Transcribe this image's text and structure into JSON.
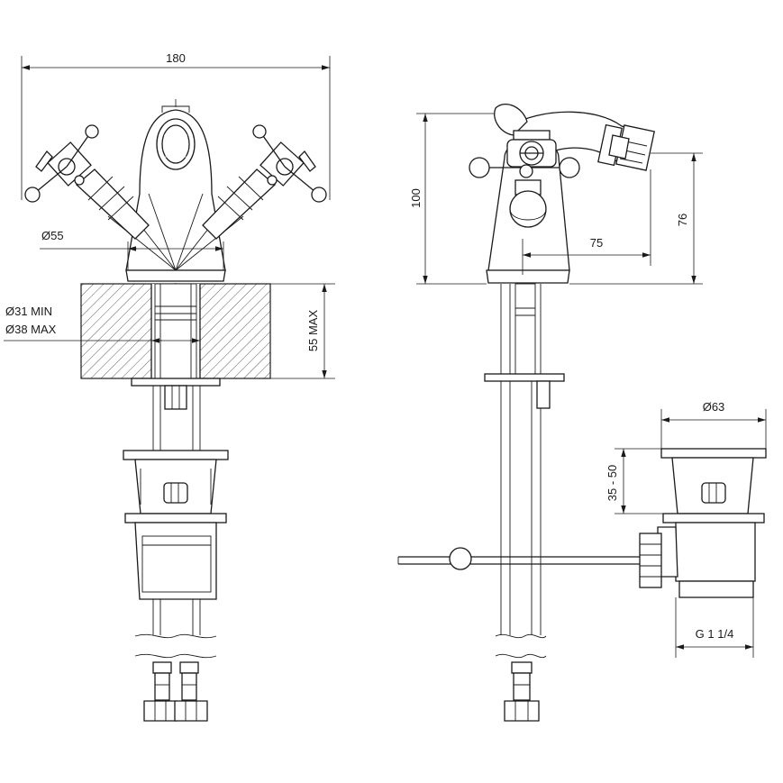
{
  "dimensions": {
    "width_top": "180",
    "diameter_base": "Ø55",
    "hole_min": "Ø31 MIN",
    "hole_max": "Ø38 MAX",
    "deck_thickness": "55 MAX",
    "height_total": "100",
    "spout_height": "76",
    "spout_reach": "75",
    "waste_diameter": "Ø63",
    "waste_range": "35 - 50",
    "waste_thread": "G 1 1/4"
  }
}
